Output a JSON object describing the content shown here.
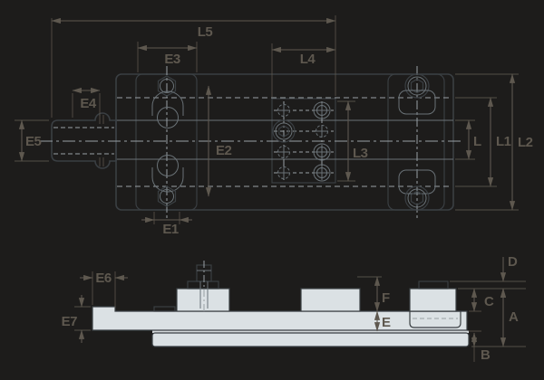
{
  "drawing_title": "modular vise dimension drawing",
  "dims": {
    "L5": "L5",
    "E3": "E3",
    "L4": "L4",
    "E4": "E4",
    "E5": "E5",
    "E2": "E2",
    "L3": "L3",
    "L": "L",
    "L1": "L1",
    "L2": "L2",
    "E1": "E1",
    "E6": "E6",
    "E7": "E7",
    "D": "D",
    "F": "F",
    "C": "C",
    "A": "A",
    "E": "E",
    "B": "B"
  },
  "colors": {
    "background": "#1d1c1b",
    "body_fill": "#dbe1e4",
    "jaw_panel_fill": "#b6c6cb",
    "part_outline": "#3a3f43",
    "dimension_ink": "#5e584f",
    "centerline": "#99a1a5",
    "hatch": "#555c61"
  }
}
